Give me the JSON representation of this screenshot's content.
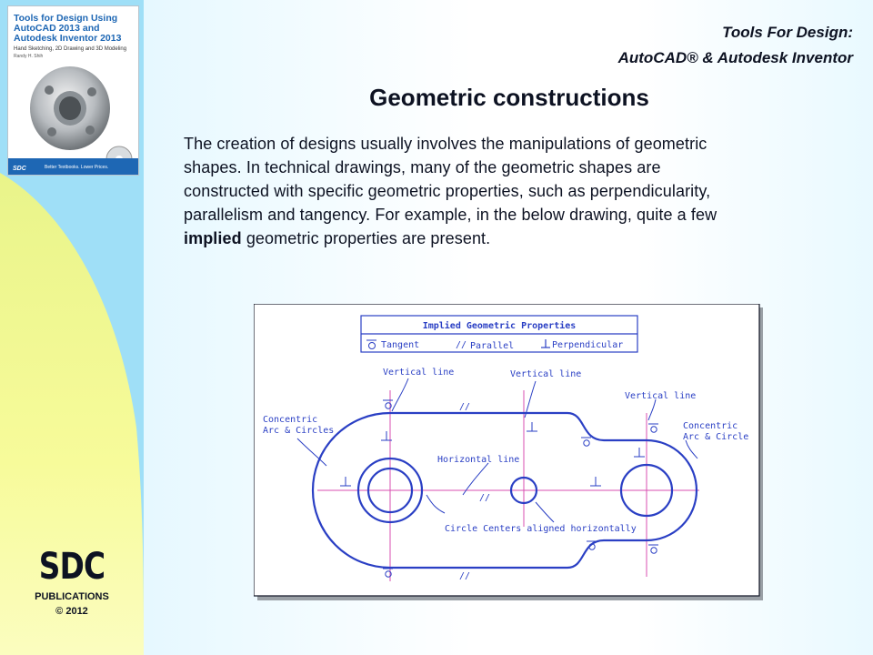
{
  "header": {
    "line1": "Tools For Design:",
    "line2": "AutoCAD® & Autodesk Inventor"
  },
  "title": "Geometric constructions",
  "body": {
    "text_before": "The creation of designs usually involves the manipulations of geometric shapes. In technical drawings, many of the geometric shapes are constructed with specific geometric properties, such as perpendicularity, parallelism and tangency. For example, in the below drawing, quite a few ",
    "bold": "implied",
    "text_after": " geometric properties are present."
  },
  "book": {
    "title": "Tools for Design Using AutoCAD 2013 and Autodesk Inventor 2013",
    "subtitle": "Hand Sketching, 2D Drawing and 3D Modeling",
    "author": "Randy H. Shih",
    "logo": "SDC",
    "tagline": "Better Textbooks. Lower Prices."
  },
  "publisher": {
    "logo": "SDC",
    "name": "PUBLICATIONS",
    "copyright": "© 2012"
  },
  "figure": {
    "legend_title": "Implied Geometric Properties",
    "legend_tangent": "Tangent",
    "legend_parallel": "Parallel",
    "legend_perpendicular": "Perpendicular",
    "label_vertical_1": "Vertical line",
    "label_vertical_2": "Vertical line",
    "label_vertical_3": "Vertical line",
    "label_concentric_left_1": "Concentric",
    "label_concentric_left_2": "Arc & Circles",
    "label_concentric_right_1": "Concentric",
    "label_concentric_right_2": "Arc & Circle",
    "label_horizontal": "Horizontal line",
    "label_centers": "Circle Centers aligned horizontally",
    "colors": {
      "line": "#2a3fc4",
      "centerline": "#d94fb0",
      "frame": "#0d1222"
    }
  }
}
